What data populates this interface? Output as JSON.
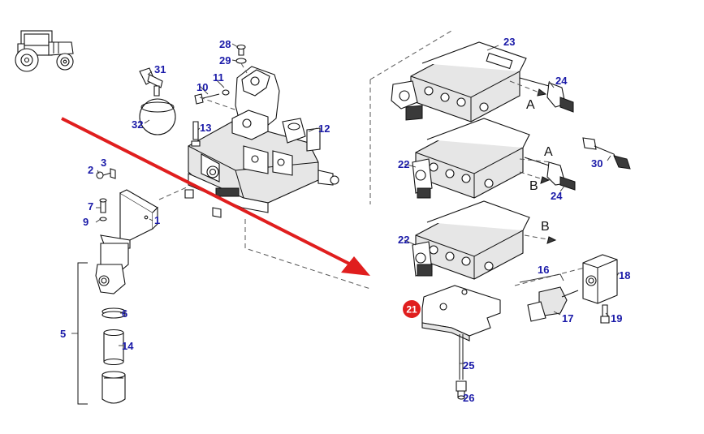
{
  "diagram": {
    "highlight_color": "#e01e1e",
    "callout_color": "#1a1aa8",
    "highlighted_part": "21",
    "callouts": [
      "1",
      "2",
      "3",
      "5",
      "6",
      "7",
      "9",
      "10",
      "11",
      "12",
      "13",
      "14",
      "16",
      "17",
      "18",
      "19",
      "22",
      "22",
      "23",
      "24",
      "24",
      "25",
      "26",
      "28",
      "29",
      "30",
      "31",
      "32"
    ],
    "letters": [
      "A",
      "A",
      "B",
      "B"
    ],
    "icons": [
      "tractor-icon"
    ]
  }
}
